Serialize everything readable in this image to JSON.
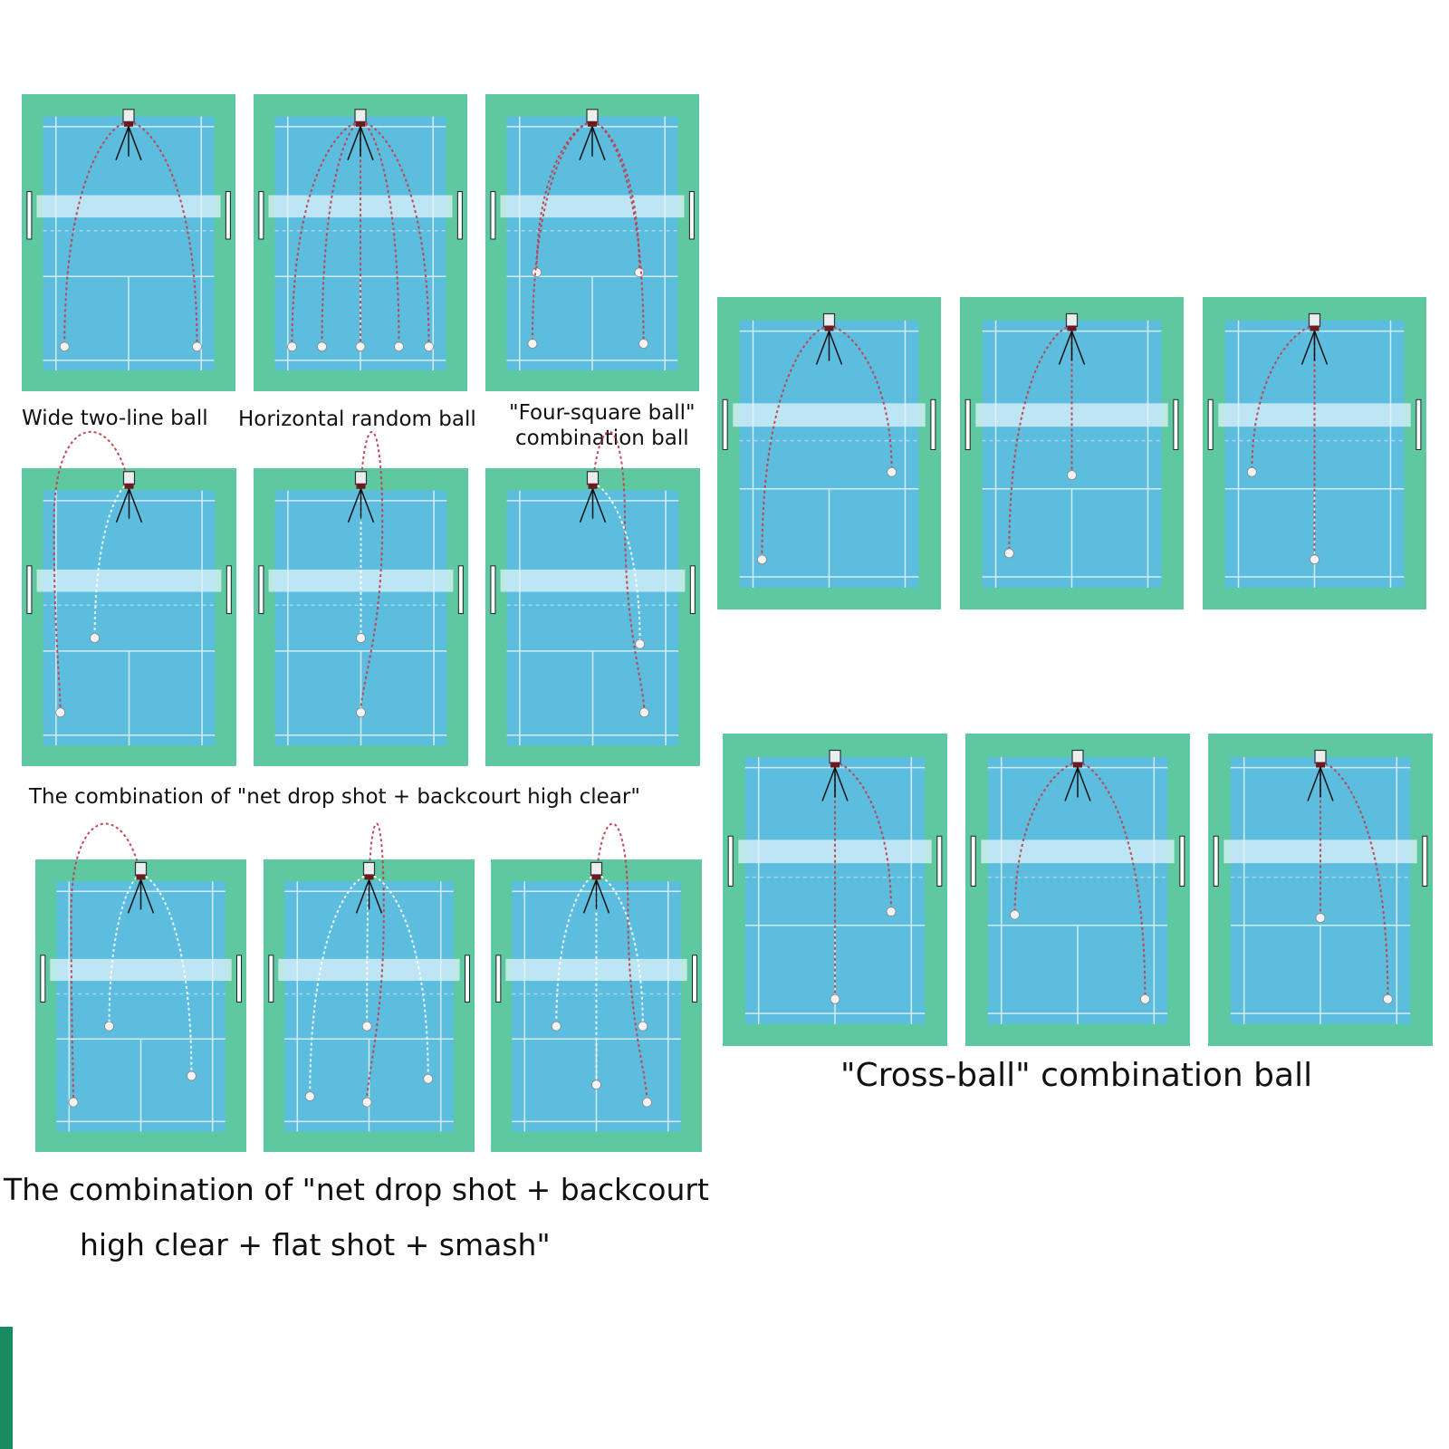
{
  "colors": {
    "outer": "#5ec8a0",
    "inner": "#5cbddf",
    "lines": "#e8f6fb",
    "net": "#dff3fb",
    "red_path": "#c0404d",
    "white_path": "#ffffff",
    "accent_bar": "#1a8a62"
  },
  "icons": {
    "launcher": "ball-machine-icon",
    "shuttle": "shuttlecock-icon"
  },
  "captions": {
    "wide_two_line": "Wide two-line ball",
    "horizontal_random": "Horizontal random ball",
    "four_square_line1": "\"Four-square ball\"",
    "four_square_line2": "combination ball",
    "net_drop": "The combination of \"net drop shot + backcourt high clear\"",
    "net_drop_smash_line1": "The combination of \"net drop shot + backcourt",
    "net_drop_smash_line2": "high clear + flat shot + smash\"",
    "cross_ball": "\"Cross-ball\" combination ball"
  },
  "courts": [
    {
      "paths": [
        {
          "c": "red",
          "p": [
            [
              0.5,
              0.1
            ],
            [
              0.2,
              0.85
            ]
          ]
        },
        {
          "c": "red",
          "p": [
            [
              0.5,
              0.1
            ],
            [
              0.82,
              0.85
            ]
          ]
        }
      ]
    },
    {
      "paths": [
        {
          "c": "red",
          "p": [
            [
              0.5,
              0.1
            ],
            [
              0.18,
              0.85
            ]
          ]
        },
        {
          "c": "red",
          "p": [
            [
              0.5,
              0.1
            ],
            [
              0.32,
              0.85
            ]
          ]
        },
        {
          "c": "red",
          "p": [
            [
              0.5,
              0.1
            ],
            [
              0.5,
              0.85
            ]
          ]
        },
        {
          "c": "red",
          "p": [
            [
              0.5,
              0.1
            ],
            [
              0.68,
              0.85
            ]
          ]
        },
        {
          "c": "red",
          "p": [
            [
              0.5,
              0.1
            ],
            [
              0.82,
              0.85
            ]
          ]
        }
      ]
    },
    {
      "paths": [
        {
          "c": "red",
          "p": [
            [
              0.5,
              0.1
            ],
            [
              0.24,
              0.6
            ]
          ]
        },
        {
          "c": "red",
          "p": [
            [
              0.5,
              0.1
            ],
            [
              0.72,
              0.6
            ]
          ]
        },
        {
          "c": "red",
          "p": [
            [
              0.5,
              0.1
            ],
            [
              0.22,
              0.84
            ]
          ]
        },
        {
          "c": "red",
          "p": [
            [
              0.5,
              0.1
            ],
            [
              0.74,
              0.84
            ]
          ]
        }
      ]
    },
    {
      "paths": [
        {
          "c": "red",
          "p": [
            [
              0.5,
              0.1
            ],
            [
              0.2,
              0.84
            ]
          ]
        },
        {
          "c": "red",
          "p": [
            [
              0.5,
              0.1
            ],
            [
              0.78,
              0.56
            ]
          ]
        }
      ]
    },
    {
      "paths": [
        {
          "c": "red",
          "p": [
            [
              0.5,
              0.1
            ],
            [
              0.22,
              0.82
            ]
          ]
        },
        {
          "c": "red",
          "p": [
            [
              0.5,
              0.1
            ],
            [
              0.5,
              0.57
            ]
          ]
        }
      ]
    },
    {
      "paths": [
        {
          "c": "red",
          "p": [
            [
              0.5,
              0.1
            ],
            [
              0.22,
              0.56
            ]
          ]
        },
        {
          "c": "red",
          "p": [
            [
              0.5,
              0.1
            ],
            [
              0.5,
              0.84
            ]
          ]
        }
      ]
    },
    {
      "paths": [
        {
          "c": "red",
          "p": [
            [
              0.5,
              0.06
            ],
            [
              0.18,
              0.82
            ],
            [
              0.15,
              -0.2
            ]
          ]
        },
        {
          "c": "white",
          "p": [
            [
              0.5,
              0.06
            ],
            [
              0.34,
              0.57
            ]
          ]
        }
      ]
    },
    {
      "paths": [
        {
          "c": "red",
          "p": [
            [
              0.5,
              0.06
            ],
            [
              0.5,
              0.82
            ],
            [
              0.6,
              -0.2
            ]
          ]
        },
        {
          "c": "white",
          "p": [
            [
              0.5,
              0.06
            ],
            [
              0.5,
              0.57
            ]
          ]
        }
      ]
    },
    {
      "paths": [
        {
          "c": "red",
          "p": [
            [
              0.5,
              0.06
            ],
            [
              0.74,
              0.82
            ],
            [
              0.65,
              -0.2
            ]
          ]
        },
        {
          "c": "white",
          "p": [
            [
              0.5,
              0.06
            ],
            [
              0.72,
              0.59
            ]
          ]
        }
      ]
    },
    {
      "paths": [
        {
          "c": "red",
          "p": [
            [
              0.5,
              0.1
            ],
            [
              0.5,
              0.85
            ]
          ]
        },
        {
          "c": "red",
          "p": [
            [
              0.5,
              0.1
            ],
            [
              0.75,
              0.57
            ]
          ]
        }
      ]
    },
    {
      "paths": [
        {
          "c": "red",
          "p": [
            [
              0.5,
              0.1
            ],
            [
              0.22,
              0.58
            ]
          ]
        },
        {
          "c": "red",
          "p": [
            [
              0.5,
              0.1
            ],
            [
              0.8,
              0.85
            ]
          ]
        }
      ]
    },
    {
      "paths": [
        {
          "c": "red",
          "p": [
            [
              0.5,
              0.1
            ],
            [
              0.5,
              0.59
            ]
          ]
        },
        {
          "c": "red",
          "p": [
            [
              0.5,
              0.1
            ],
            [
              0.8,
              0.85
            ]
          ]
        }
      ]
    },
    {
      "paths": [
        {
          "c": "red",
          "p": [
            [
              0.5,
              0.06
            ],
            [
              0.18,
              0.83
            ],
            [
              0.17,
              -0.2
            ]
          ]
        },
        {
          "c": "white",
          "p": [
            [
              0.5,
              0.06
            ],
            [
              0.35,
              0.57
            ]
          ]
        },
        {
          "c": "white",
          "p": [
            [
              0.5,
              0.06
            ],
            [
              0.74,
              0.74
            ]
          ]
        }
      ]
    },
    {
      "paths": [
        {
          "c": "red",
          "p": [
            [
              0.5,
              0.06
            ],
            [
              0.49,
              0.83
            ],
            [
              0.57,
              -0.2
            ]
          ]
        },
        {
          "c": "white",
          "p": [
            [
              0.5,
              0.06
            ],
            [
              0.49,
              0.57
            ]
          ]
        },
        {
          "c": "white",
          "p": [
            [
              0.5,
              0.06
            ],
            [
              0.22,
              0.81
            ]
          ]
        },
        {
          "c": "white",
          "p": [
            [
              0.5,
              0.06
            ],
            [
              0.78,
              0.75
            ]
          ]
        }
      ]
    },
    {
      "paths": [
        {
          "c": "red",
          "p": [
            [
              0.5,
              0.06
            ],
            [
              0.74,
              0.83
            ],
            [
              0.65,
              -0.2
            ]
          ]
        },
        {
          "c": "white",
          "p": [
            [
              0.5,
              0.06
            ],
            [
              0.31,
              0.57
            ]
          ]
        },
        {
          "c": "white",
          "p": [
            [
              0.5,
              0.06
            ],
            [
              0.72,
              0.57
            ]
          ]
        },
        {
          "c": "white",
          "p": [
            [
              0.5,
              0.06
            ],
            [
              0.5,
              0.77
            ]
          ]
        }
      ]
    }
  ]
}
